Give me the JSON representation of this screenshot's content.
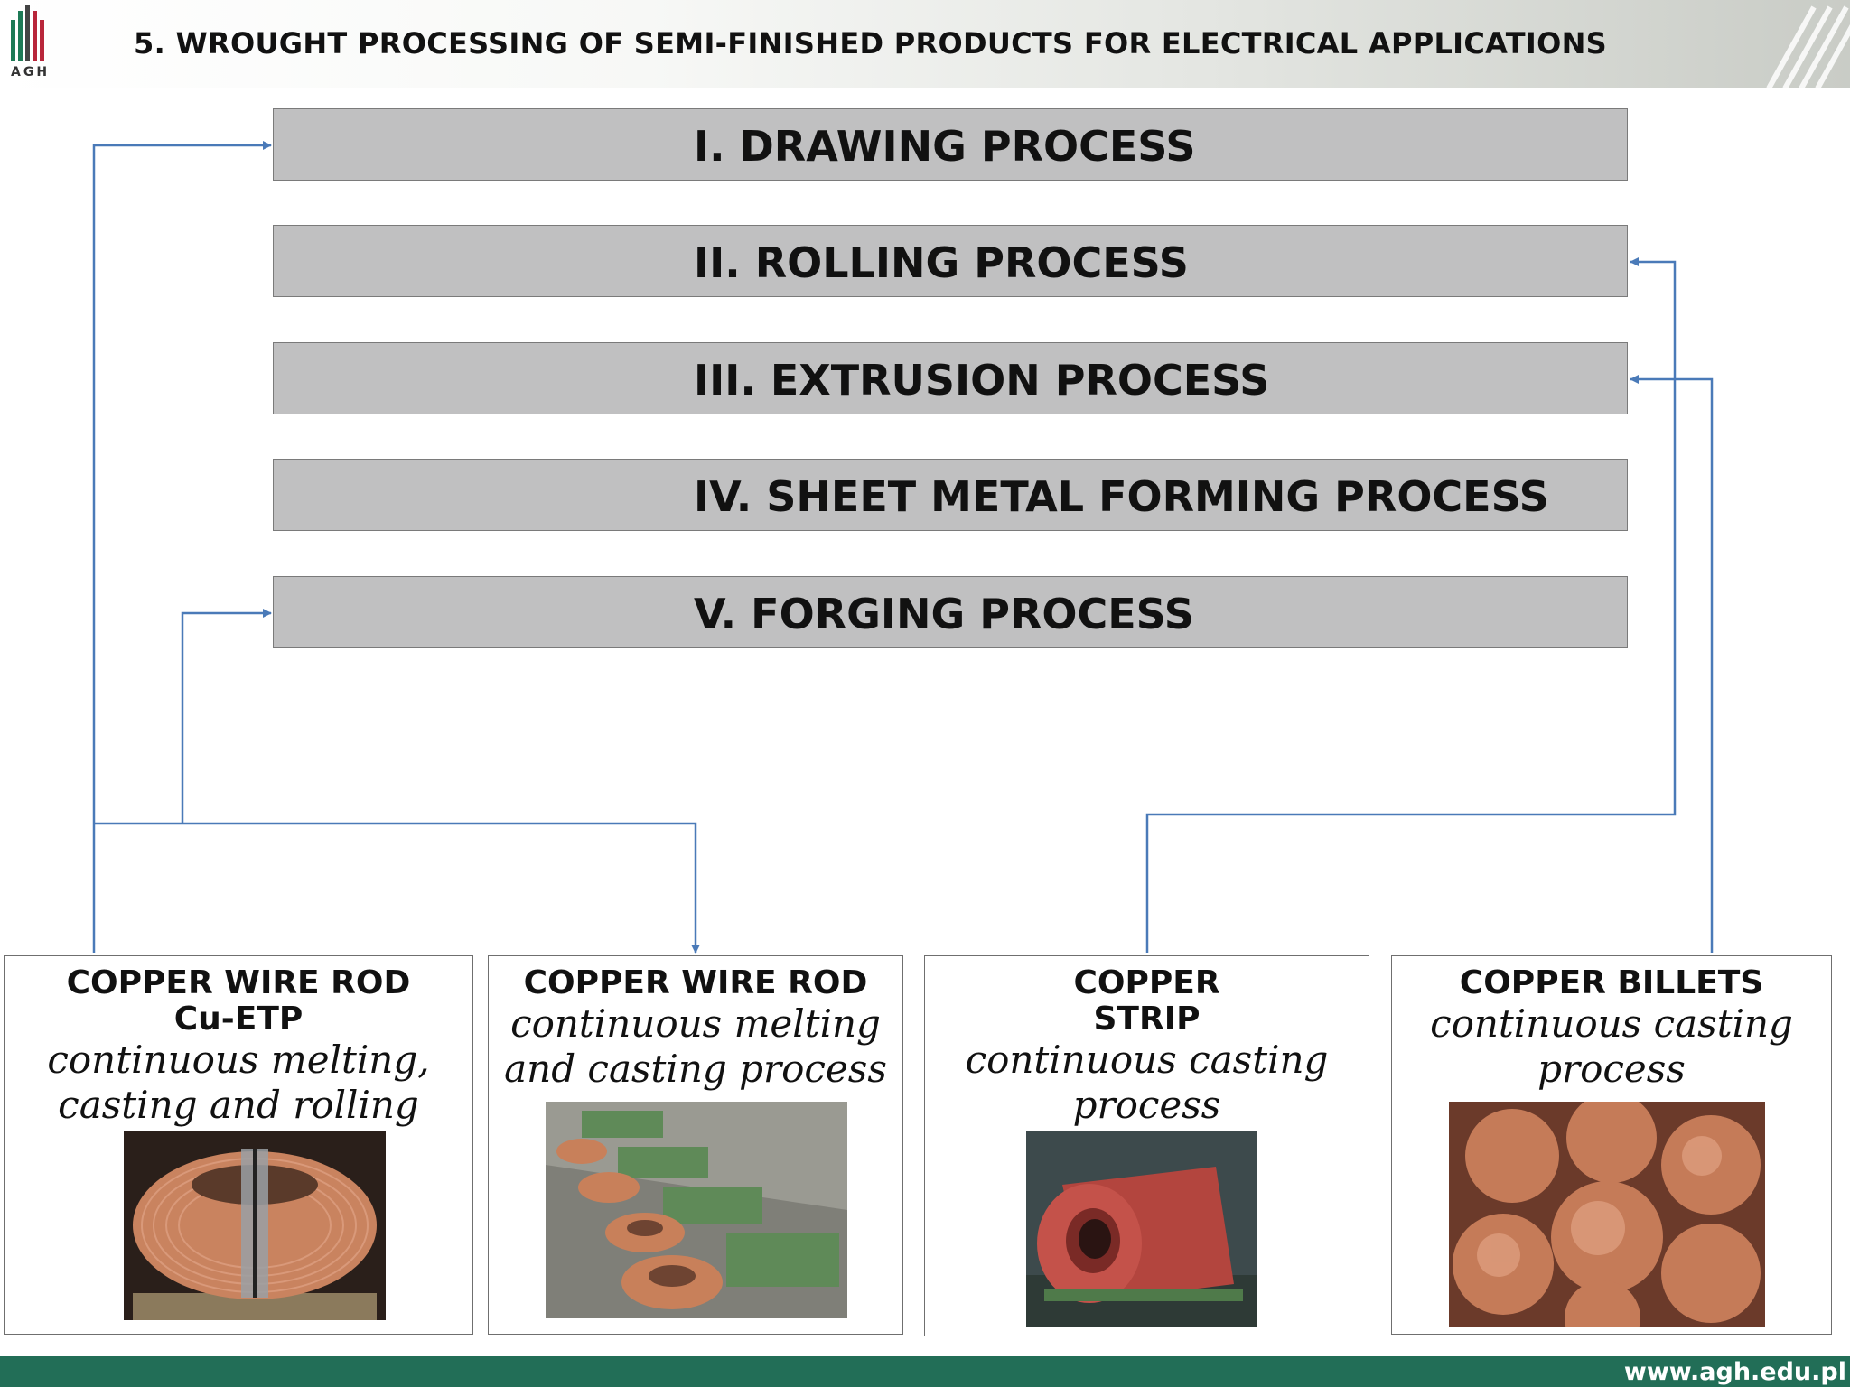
{
  "header": {
    "logo_text": "AGH",
    "title": "5. WROUGHT PROCESSING OF SEMI-FINISHED PRODUCTS FOR ELECTRICAL APPLICATIONS"
  },
  "processes": [
    {
      "label": "I. DRAWING PROCESS"
    },
    {
      "label": "II. ROLLING PROCESS"
    },
    {
      "label": "III. EXTRUSION PROCESS"
    },
    {
      "label": "IV. SHEET METAL FORMING PROCESS"
    },
    {
      "label": "V. FORGING PROCESS"
    }
  ],
  "sources": [
    {
      "heading": "COPPER WIRE ROD\nCu-ETP",
      "sub": "continuous melting,\ncasting and rolling"
    },
    {
      "heading": "COPPER WIRE ROD",
      "sub": "continuous melting\nand casting process"
    },
    {
      "heading": "COPPER\nSTRIP",
      "sub": "continuous casting\nprocess"
    },
    {
      "heading": "COPPER BILLETS",
      "sub": "continuous casting\nprocess"
    }
  ],
  "colors": {
    "process_fill": "#c0c0c1",
    "connector": "#4a7ab8",
    "footer": "#226e57",
    "copper": "#c87a4f"
  },
  "footer": {
    "url": "www.agh.edu.pl"
  }
}
